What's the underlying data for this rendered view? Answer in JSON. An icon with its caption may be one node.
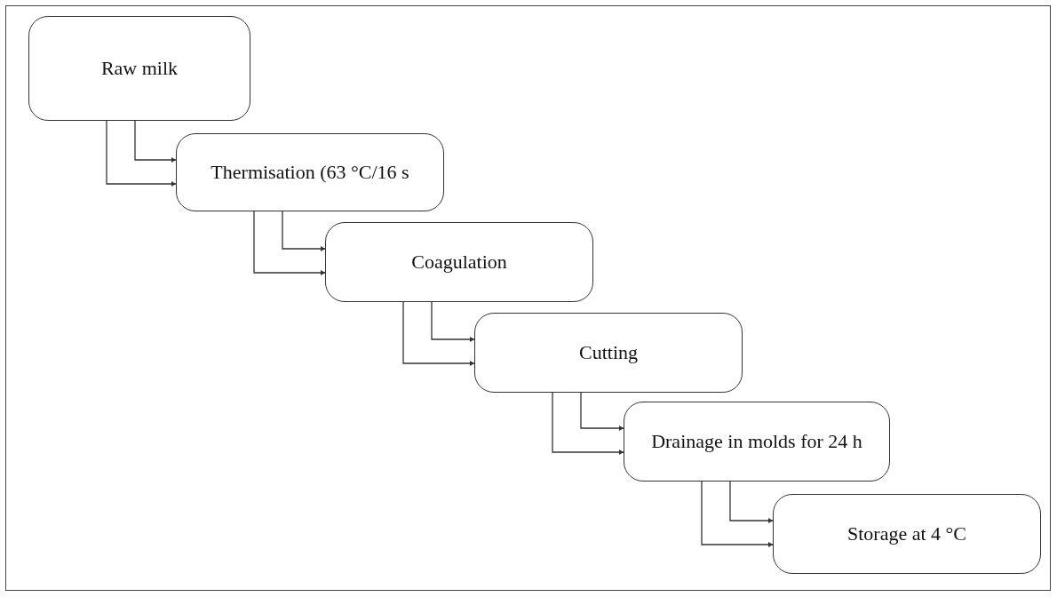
{
  "diagram": {
    "nodes": [
      {
        "text": [
          "Raw milk"
        ]
      },
      {
        "text": [
          "Thermisation (63 °C/16 s"
        ]
      },
      {
        "text": [
          "Coagulation"
        ]
      },
      {
        "text": [
          "Cutting"
        ]
      },
      {
        "text": [
          "Drainage in molds for 24 h"
        ]
      },
      {
        "text": [
          "Storage at 4 °C"
        ]
      }
    ],
    "edges": [
      {
        "from": 0,
        "to": 1,
        "arrow": "to"
      },
      {
        "from": 0,
        "to": 1,
        "arrow": "to"
      },
      {
        "from": 1,
        "to": 2,
        "arrow": "to"
      },
      {
        "from": 1,
        "to": 2,
        "arrow": "to"
      },
      {
        "from": 2,
        "to": 3,
        "arrow": "to"
      },
      {
        "from": 2,
        "to": 3,
        "arrow": "to"
      },
      {
        "from": 3,
        "to": 4,
        "arrow": "to"
      },
      {
        "from": 3,
        "to": 4,
        "arrow": "to"
      },
      {
        "from": 4,
        "to": 5,
        "arrow": "to"
      },
      {
        "from": 4,
        "to": 5,
        "arrow": "to"
      }
    ]
  }
}
